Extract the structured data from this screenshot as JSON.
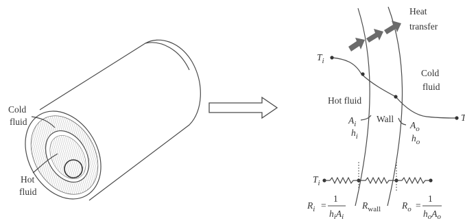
{
  "tube": {
    "cold_fluid_label_line1": "Cold",
    "cold_fluid_label_line2": "fluid",
    "hot_fluid_label_line1": "Hot",
    "hot_fluid_label_line2": "fluid"
  },
  "wall_detail": {
    "heat_transfer_line1": "Heat",
    "heat_transfer_line2": "transfer",
    "hot_temp_symbol": "T",
    "hot_temp_sub": "i",
    "cold_temp_symbol": "T",
    "hot_fluid_label": "Hot fluid",
    "cold_fluid_label_line1": "Cold",
    "cold_fluid_label_line2": "fluid",
    "wall_label": "Wall",
    "inner_area_symbol": "A",
    "inner_area_sub": "i",
    "inner_coef_symbol": "h",
    "inner_coef_sub": "i",
    "outer_area_symbol": "A",
    "outer_area_sub": "o",
    "outer_coef_symbol": "h",
    "outer_coef_sub": "o"
  },
  "resistance_network": {
    "start_symbol": "T",
    "start_sub": "i",
    "ri_symbol": "R",
    "ri_sub": "i",
    "ri_numerator": "1",
    "ri_denominator_h": "h",
    "ri_denominator_h_sub": "i",
    "ri_denominator_a": "A",
    "ri_denominator_a_sub": "i",
    "rwall_symbol": "R",
    "rwall_sub": "wall",
    "ro_symbol": "R",
    "ro_sub": "o",
    "ro_numerator": "1",
    "ro_denominator_h": "h",
    "ro_denominator_h_sub": "o",
    "ro_denominator_a": "A",
    "ro_denominator_a_sub": "o",
    "equals": "="
  },
  "colors": {
    "line": "#4a4a4a",
    "arrow_fill": "#6b6b6b",
    "hatch": "#9a9a9a"
  }
}
